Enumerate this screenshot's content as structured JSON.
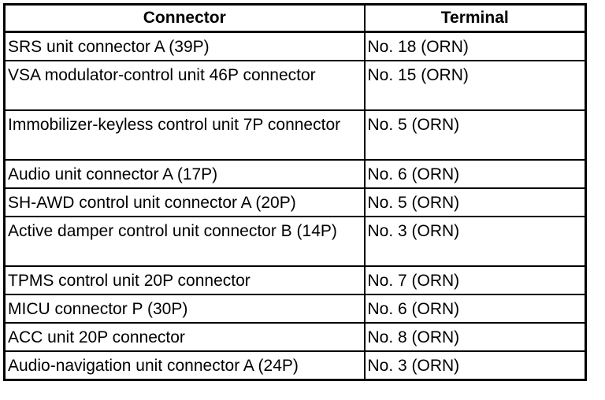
{
  "table": {
    "headers": [
      "Connector",
      "Terminal"
    ],
    "rows": [
      {
        "connector": "SRS unit connector A (39P)",
        "terminal": "No. 18 (ORN)"
      },
      {
        "connector": "VSA modulator-control unit 46P connector",
        "terminal": "No. 15 (ORN)"
      },
      {
        "connector": "Immobilizer-keyless control unit 7P connector",
        "terminal": "No. 5 (ORN)"
      },
      {
        "connector": "Audio unit connector A (17P)",
        "terminal": "No. 6 (ORN)"
      },
      {
        "connector": "SH-AWD control unit connector A (20P)",
        "terminal": "No. 5 (ORN)"
      },
      {
        "connector": "Active damper control unit connector B (14P)",
        "terminal": "No. 3 (ORN)"
      },
      {
        "connector": "TPMS control unit 20P connector",
        "terminal": "No. 7 (ORN)"
      },
      {
        "connector": "MICU connector P (30P)",
        "terminal": "No. 6 (ORN)"
      },
      {
        "connector": "ACC unit 20P connector",
        "terminal": "No. 8 (ORN)"
      },
      {
        "connector": "Audio-navigation unit connector A (24P)",
        "terminal": "No. 3 (ORN)"
      }
    ]
  }
}
